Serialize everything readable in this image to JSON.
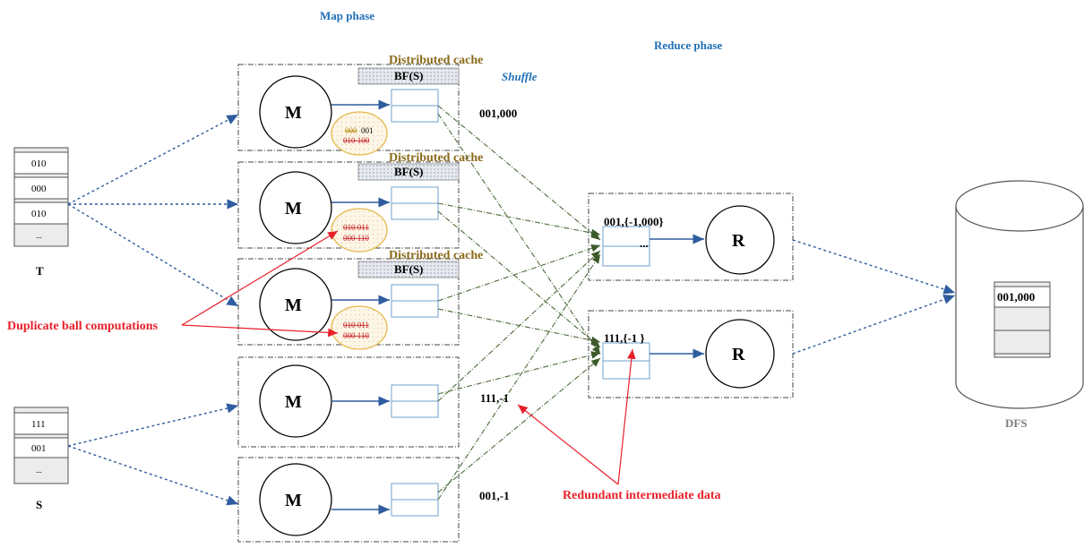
{
  "labels": {
    "map_phase": "Map phase",
    "reduce_phase": "Reduce phase",
    "shuffle": "Shuffle",
    "distributed_cache": "Distributed cache",
    "bf": "BF(S)",
    "mapper": "M",
    "reducer": "R",
    "dfs": "DFS",
    "duplicate_ball": "Duplicate ball computations",
    "redundant_data": "Redundant intermediate data"
  },
  "table_T": {
    "name": "T",
    "rows": [
      "010",
      "000",
      "010",
      "..."
    ]
  },
  "table_S": {
    "name": "S",
    "rows": [
      "111",
      "001",
      "..."
    ]
  },
  "balls": {
    "m1": {
      "line1_struck": "000",
      "line1_kept": "001",
      "line2_struck": "010 100"
    },
    "m2": {
      "line1_struck": "010 011",
      "line2_struck": "000 110"
    },
    "m3": {
      "line1_struck": "010 011",
      "line2_struck": "000 110"
    }
  },
  "emits": {
    "m1": "001,000",
    "m4": "111,-1",
    "m5": "001,-1"
  },
  "reducer_inputs": {
    "r1_key": "001,{-1,000}",
    "r1_more": "...",
    "r2_key": "111,{-1 }"
  },
  "dfs_rows": [
    "001,000",
    "",
    ""
  ],
  "colors": {
    "blue_arrow": "#2e5c9e",
    "red": "#e8202a",
    "cache": "#8a6a1a",
    "phase": "#1f6fb5",
    "shuffle_line": "#4a6b3a"
  }
}
